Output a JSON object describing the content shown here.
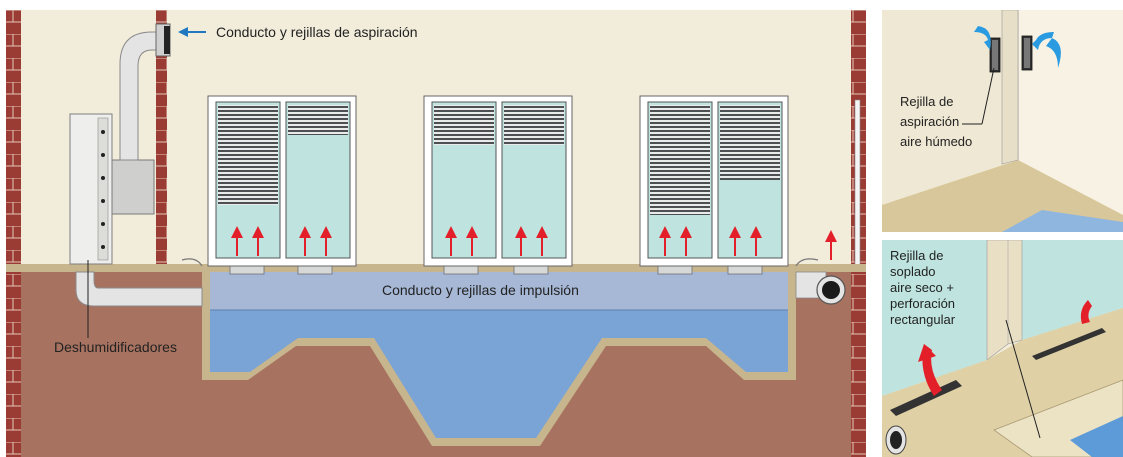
{
  "labels": {
    "intake_duct": "Conducto y rejillas de aspiración",
    "supply_duct": "Conducto y rejillas de impulsión",
    "dehumidifiers": "Deshumidificadores",
    "intake_grille_lines": [
      "Rejilla de",
      "aspiración",
      "aire húmedo"
    ],
    "supply_grille_lines": [
      "Rejilla de",
      "soplado",
      "aire seco +",
      "perforación",
      "rectangular"
    ]
  },
  "colors": {
    "wall": "#f2ecda",
    "ground": "#a87260",
    "brick": "#9a3b34",
    "pool_water": "#7aa3d6",
    "pool_edge": "#d6c49a",
    "glass": "#bfe4e0",
    "duct": "#e4e4e4",
    "air_flow_arrow": "#e3202a",
    "intake_arrow": "#1f78c0"
  }
}
